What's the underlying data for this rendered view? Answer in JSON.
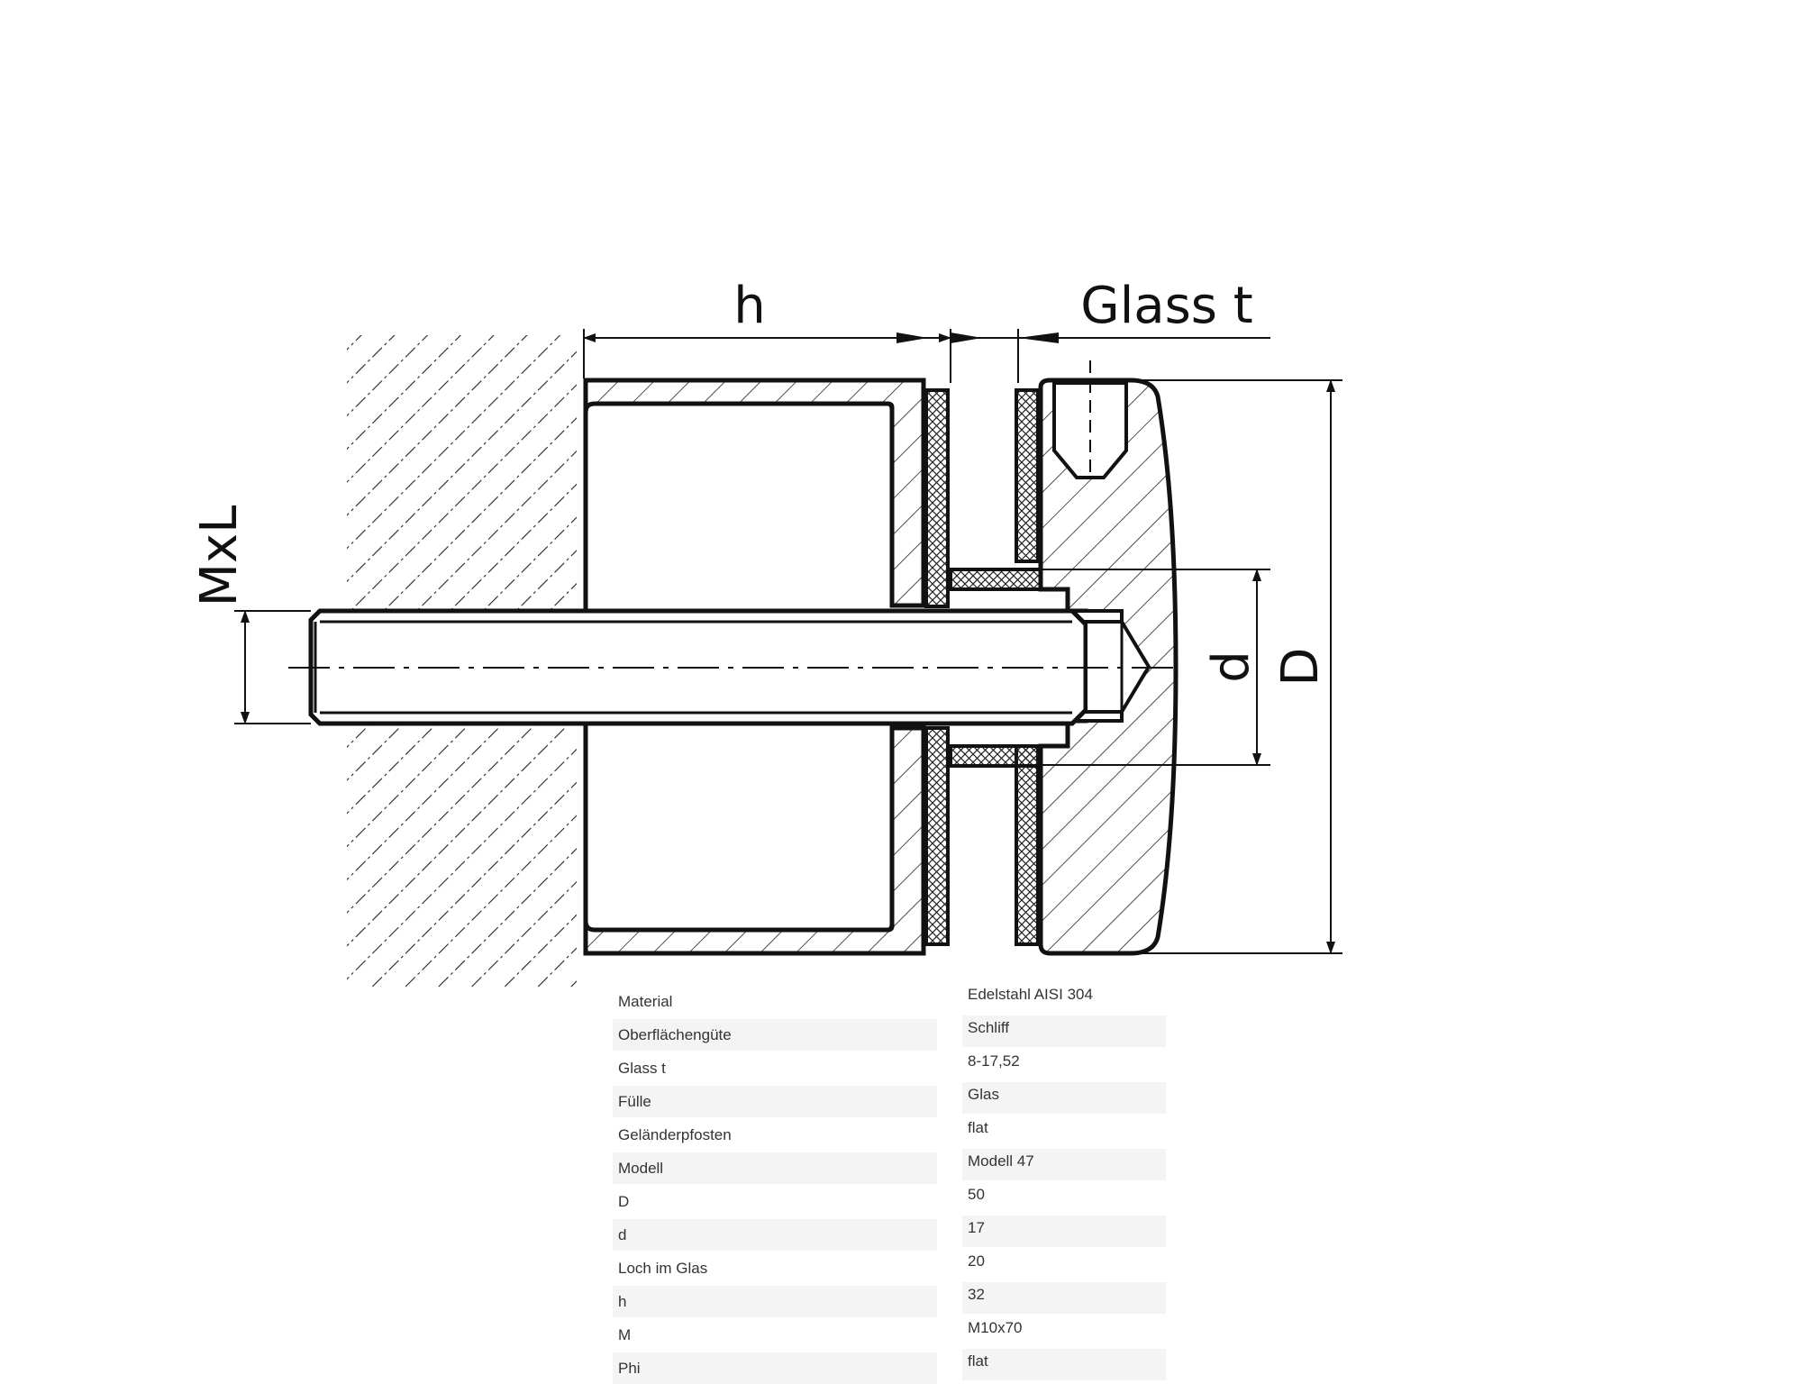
{
  "labels": {
    "h": "h",
    "glass_t": "Glass t",
    "mxl": "MxL",
    "d_small": "d",
    "d_large": "D"
  },
  "spec_table": [
    {
      "key": "Material",
      "value": "Edelstahl AISI 304"
    },
    {
      "key": "Oberflächengüte",
      "value": "Schliff"
    },
    {
      "key": "Glass t",
      "value": "8-17,52"
    },
    {
      "key": "Fülle",
      "value": "Glas"
    },
    {
      "key": "Geländerpfosten",
      "value": "flat"
    },
    {
      "key": "Modell",
      "value": "Modell 47"
    },
    {
      "key": "D",
      "value": "50"
    },
    {
      "key": "d",
      "value": "17"
    },
    {
      "key": "Loch im Glas",
      "value": "20"
    },
    {
      "key": "h",
      "value": "32"
    },
    {
      "key": "M",
      "value": "M10x70"
    },
    {
      "key": "Phi",
      "value": "flat"
    }
  ]
}
